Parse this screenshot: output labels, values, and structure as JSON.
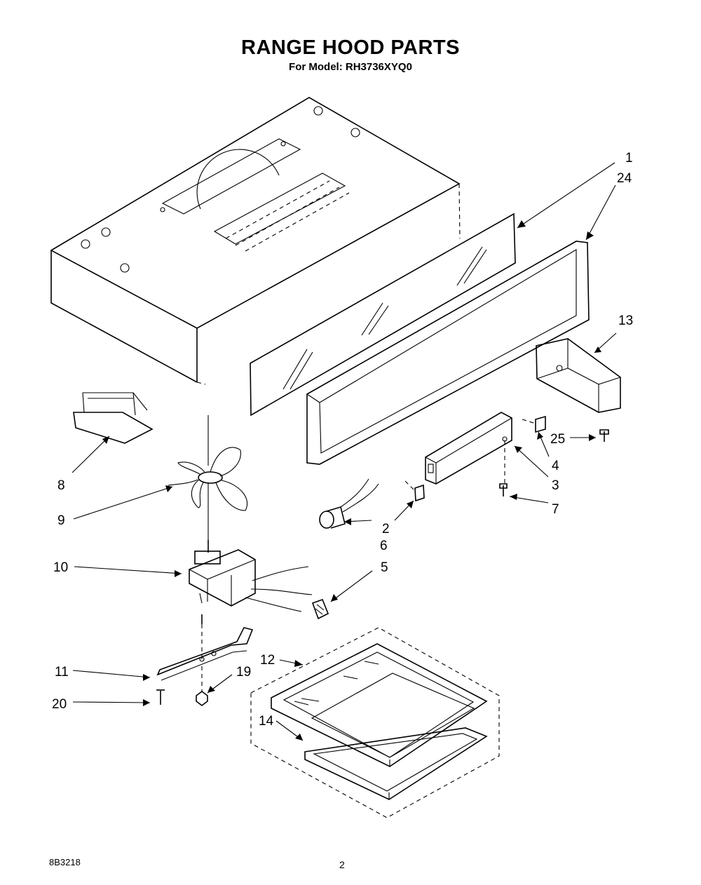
{
  "header": {
    "title": "RANGE HOOD PARTS",
    "model_line": "For Model: RH3736XYQ0"
  },
  "footer": {
    "doc_code": "8B3218",
    "page_number": "2"
  },
  "callouts": {
    "c1": "1",
    "c24": "24",
    "c13": "13",
    "c25": "25",
    "c4": "4",
    "c3": "3",
    "c7": "7",
    "c2": "2",
    "c6": "6",
    "c5": "5",
    "c8": "8",
    "c9": "9",
    "c10": "10",
    "c11": "11",
    "c20": "20",
    "c19": "19",
    "c12": "12",
    "c14": "14"
  }
}
